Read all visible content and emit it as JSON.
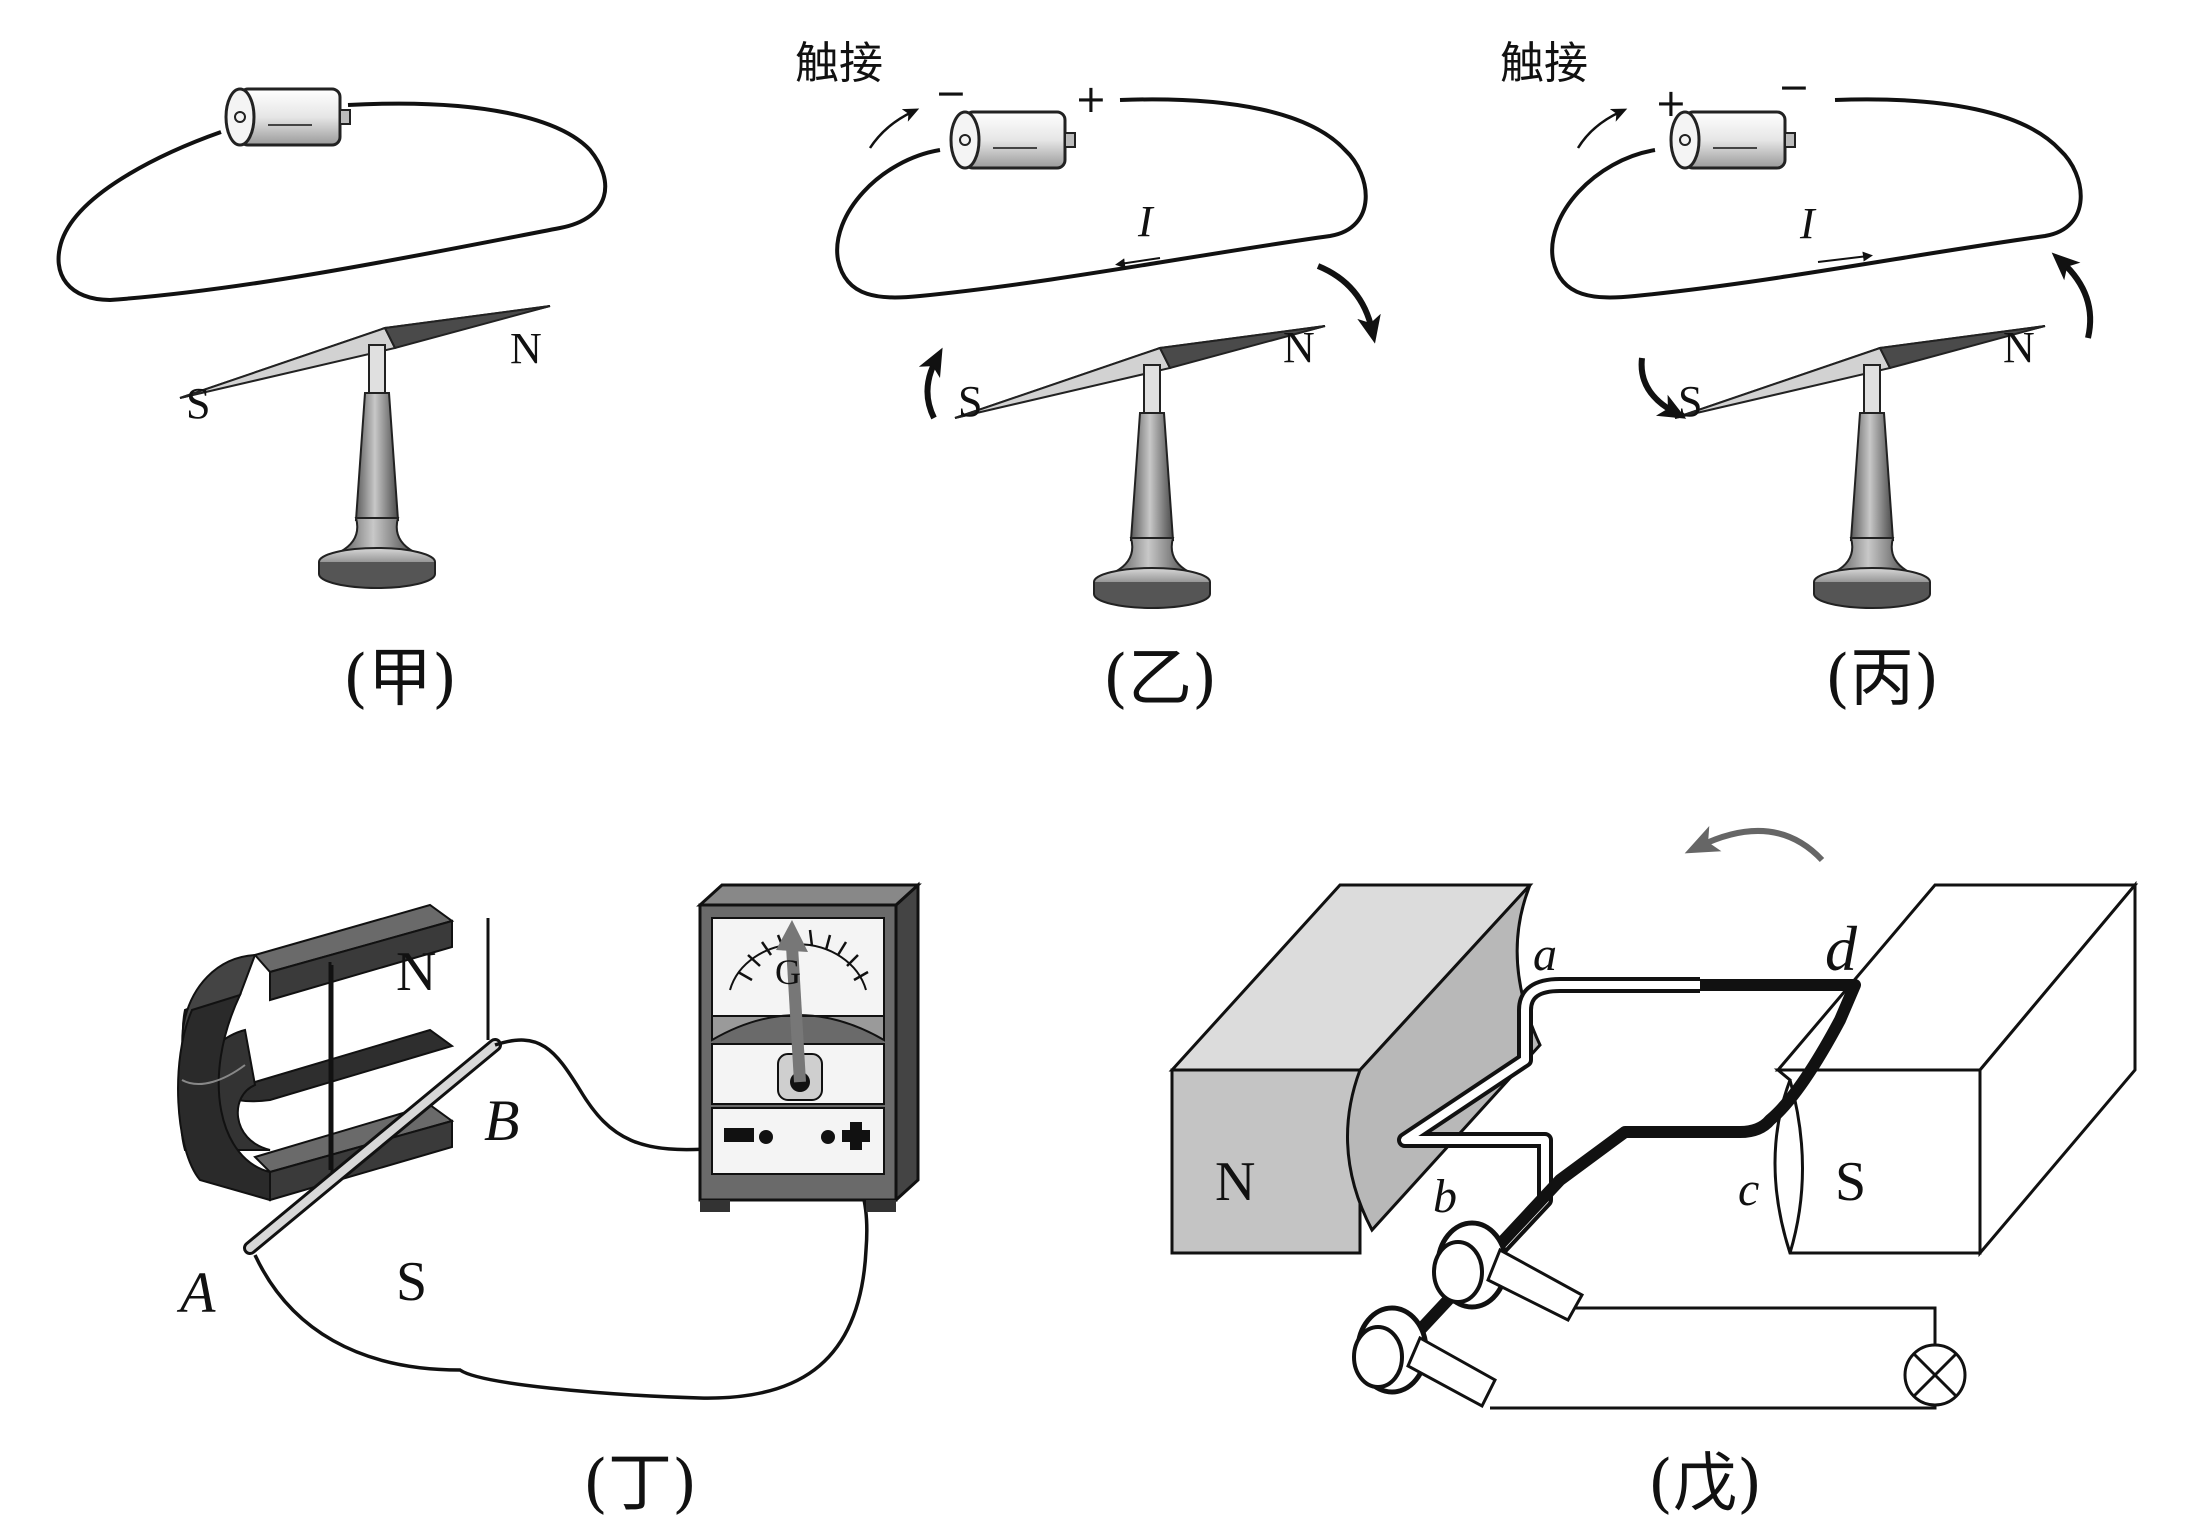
{
  "panels": {
    "jia": {
      "caption": "(甲)",
      "n_label": "N",
      "s_label": "S"
    },
    "yi": {
      "caption": "(乙)",
      "touch_label": "触接",
      "minus": "−",
      "plus": "+",
      "current": "I",
      "n_label": "N",
      "s_label": "S"
    },
    "bing": {
      "caption": "(丙)",
      "touch_label": "触接",
      "minus": "−",
      "plus": "+",
      "current": "I",
      "n_label": "N",
      "s_label": "S"
    },
    "ding": {
      "caption": "(丁)",
      "n_label": "N",
      "s_label": "S",
      "a_label": "A",
      "b_label": "B",
      "meter_label": "G"
    },
    "wu": {
      "caption": "(戊)",
      "n_label": "N",
      "s_label": "S",
      "a": "a",
      "b": "b",
      "c": "c",
      "d": "d"
    }
  },
  "colors": {
    "ink": "#111111",
    "steel": "#8a8a8a",
    "magnet_dark": "#3a3a3a",
    "pole_gray": "#cccccc",
    "arrow_gray": "#666666"
  }
}
